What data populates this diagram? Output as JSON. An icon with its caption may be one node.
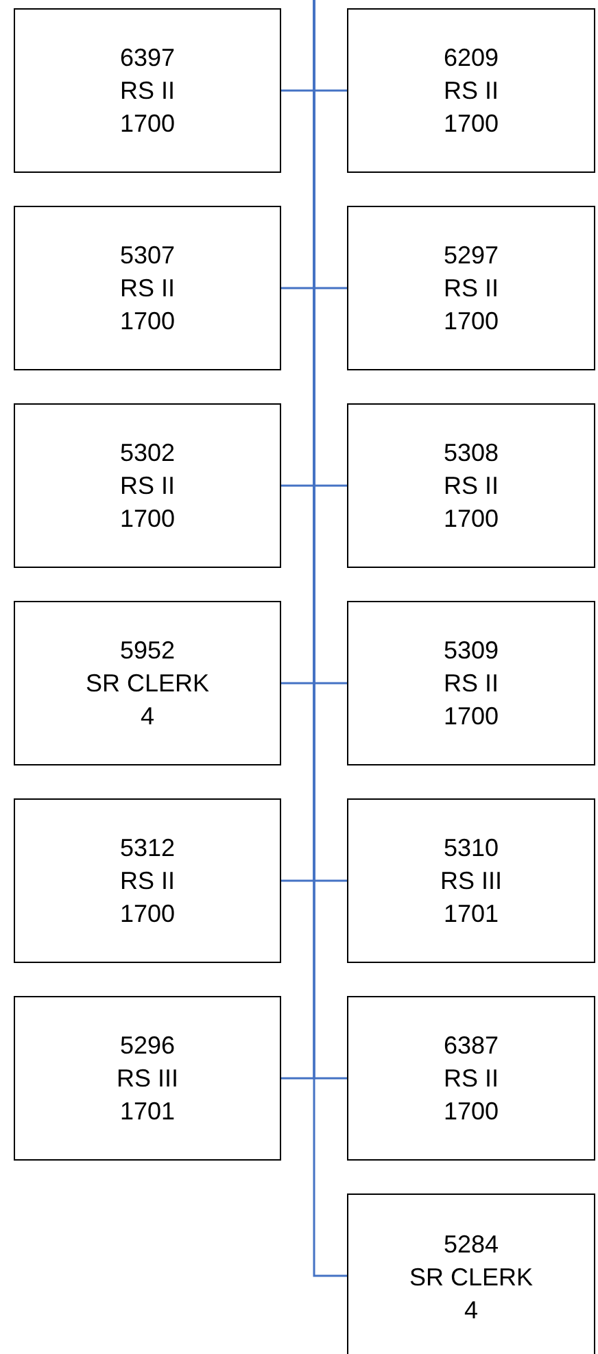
{
  "diagram": {
    "nodes": [
      {
        "text": [
          "6397",
          "RS II",
          "1700"
        ]
      },
      {
        "text": [
          "6209",
          "RS II",
          "1700"
        ]
      },
      {
        "text": [
          "5307",
          "RS II",
          "1700"
        ]
      },
      {
        "text": [
          "5297",
          "RS II",
          "1700"
        ]
      },
      {
        "text": [
          "5302",
          "RS II",
          "1700"
        ]
      },
      {
        "text": [
          "5308",
          "RS II",
          "1700"
        ]
      },
      {
        "text": [
          "5952",
          "SR CLERK",
          "4"
        ]
      },
      {
        "text": [
          "5309",
          "RS II",
          "1700"
        ]
      },
      {
        "text": [
          "5312",
          "RS II",
          "1700"
        ]
      },
      {
        "text": [
          "5310",
          "RS III",
          "1701"
        ]
      },
      {
        "text": [
          "5296",
          "RS III",
          "1701"
        ]
      },
      {
        "text": [
          "6387",
          "RS II",
          "1700"
        ]
      },
      {
        "text": [
          "5284",
          "SR CLERK",
          "4"
        ]
      }
    ],
    "edges": [
      {
        "from": null,
        "to": 0,
        "arrow": "none"
      },
      {
        "from": null,
        "to": 1,
        "arrow": "none"
      },
      {
        "from": null,
        "to": 2,
        "arrow": "none"
      },
      {
        "from": null,
        "to": 3,
        "arrow": "none"
      },
      {
        "from": null,
        "to": 4,
        "arrow": "none"
      },
      {
        "from": null,
        "to": 5,
        "arrow": "none"
      },
      {
        "from": null,
        "to": 6,
        "arrow": "none"
      },
      {
        "from": null,
        "to": 7,
        "arrow": "none"
      },
      {
        "from": null,
        "to": 8,
        "arrow": "none"
      },
      {
        "from": null,
        "to": 9,
        "arrow": "none"
      },
      {
        "from": null,
        "to": 10,
        "arrow": "none"
      },
      {
        "from": null,
        "to": 11,
        "arrow": "none"
      },
      {
        "from": null,
        "to": 12,
        "arrow": "none"
      }
    ]
  }
}
